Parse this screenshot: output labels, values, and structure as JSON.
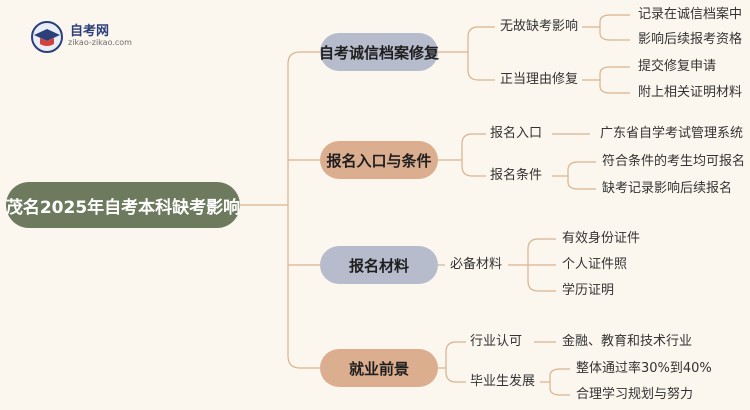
{
  "logo": {
    "title": "自考网",
    "url": "zikao-zikao.com"
  },
  "root": "茂名2025年自考本科缺考影响",
  "branches": [
    {
      "label": "自考诚信档案修复",
      "subs": [
        {
          "label": "无故缺考影响",
          "leaves": [
            "记录在诚信档案中",
            "影响后续报考资格"
          ]
        },
        {
          "label": "正当理由修复",
          "leaves": [
            "提交修复申请",
            "附上相关证明材料"
          ]
        }
      ]
    },
    {
      "label": "报名入口与条件",
      "subs": [
        {
          "label": "报名入口",
          "leaves": [
            "广东省自学考试管理系统"
          ]
        },
        {
          "label": "报名条件",
          "leaves": [
            "符合条件的考生均可报名",
            "缺考记录影响后续报名"
          ]
        }
      ]
    },
    {
      "label": "报名材料",
      "subs": [
        {
          "label": "必备材料",
          "leaves": [
            "有效身份证件",
            "个人证件照",
            "学历证明"
          ]
        }
      ]
    },
    {
      "label": "就业前景",
      "subs": [
        {
          "label": "行业认可",
          "leaves": [
            "金融、教育和技术行业"
          ]
        },
        {
          "label": "毕业生发展",
          "leaves": [
            "整体通过率30%到40%",
            "合理学习规划与努力"
          ]
        }
      ]
    }
  ],
  "colors": {
    "root": "#6e7a5e",
    "branch_blue": "#b7bccd",
    "branch_tan": "#dcae90",
    "line": "#d9b48f",
    "background": "#fbf6ee"
  }
}
